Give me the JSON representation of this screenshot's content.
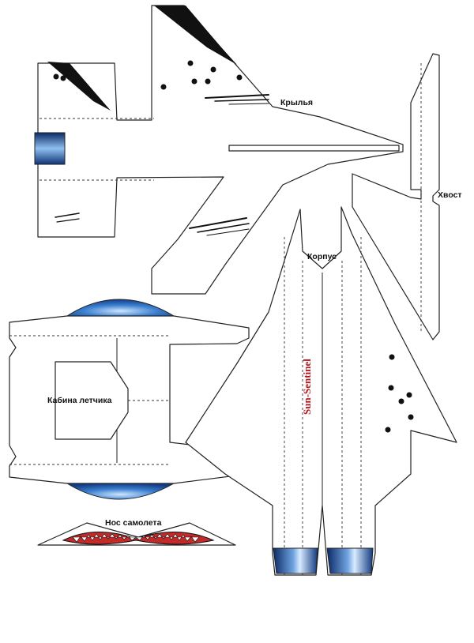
{
  "labels": {
    "wings": "Крылья",
    "tail": "Хвост",
    "fuselage": "Корпус",
    "cockpit": "Кабина летчика",
    "nose": "Нос самолета"
  },
  "brand": "Sun-Sentinel",
  "colors": {
    "outline": "#222222",
    "canopy_blue": "#2a6bb5",
    "engine_blue": "#1d4f9a",
    "mouth_red": "#c22a2a",
    "brand_red": "#b8171f"
  }
}
